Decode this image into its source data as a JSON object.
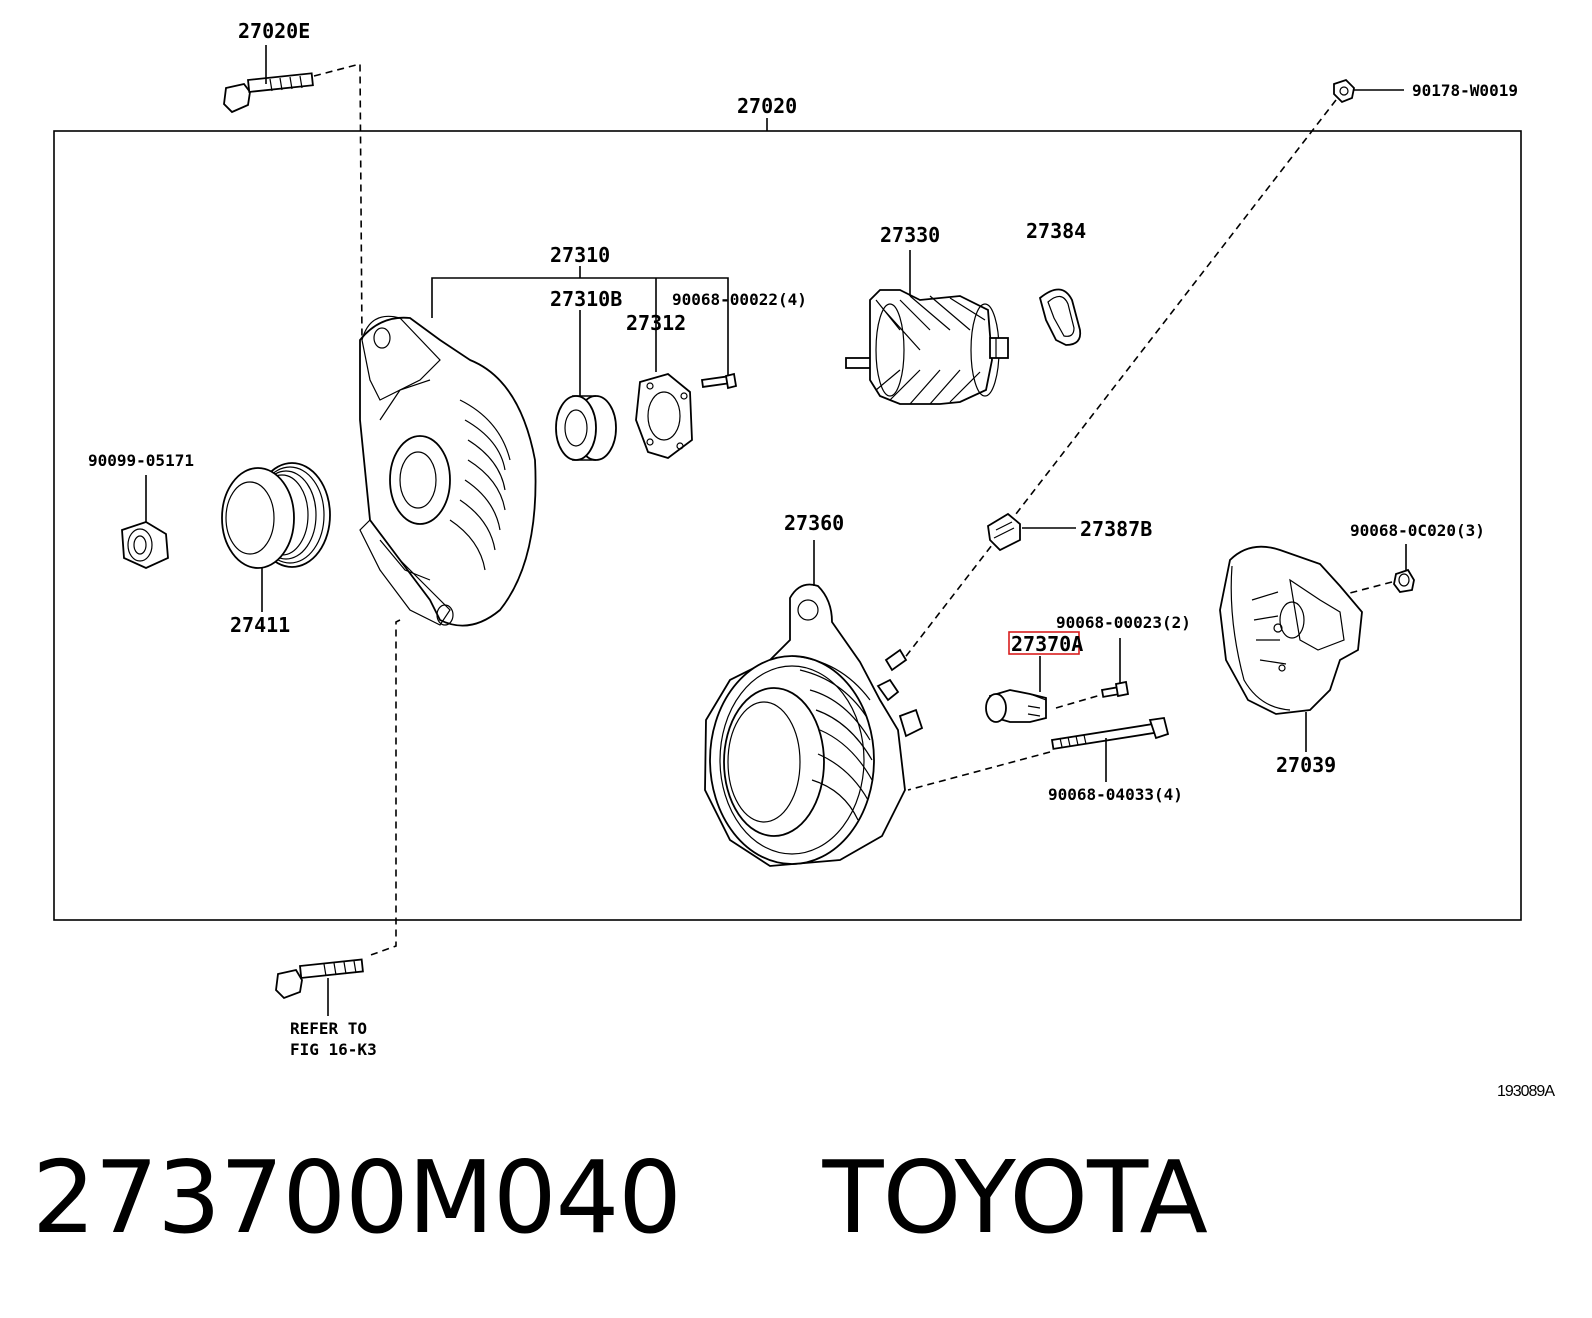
{
  "diagram": {
    "assembly_label": "27020",
    "reference_code": "193089A",
    "highlight_color": "#d81e1e",
    "parts": {
      "bolt_top": "27020E",
      "pulley_nut": "90099-05171",
      "pulley": "27411",
      "drive_frame": "27310",
      "bearing": "27310B",
      "retainer": "27312",
      "retainer_screw": "90068-00022(4)",
      "rotor": "27330",
      "bearing_cover": "27384",
      "insulator": "27387B",
      "rectifier_end_frame": "27360",
      "brush_holder": "27370",
      "brush_holder_suffix": "A",
      "brush_screw": "90068-00023(2)",
      "through_bolt": "90068-04033(4)",
      "rear_cover": "27039",
      "cover_nut": "90068-0C020(3)",
      "terminal_nut": "90178-W0019"
    },
    "refer_line1": "REFER TO",
    "refer_line2": "FIG 16-K3"
  },
  "caption": {
    "part_number": "273700M040",
    "brand": "TOYOTA"
  }
}
